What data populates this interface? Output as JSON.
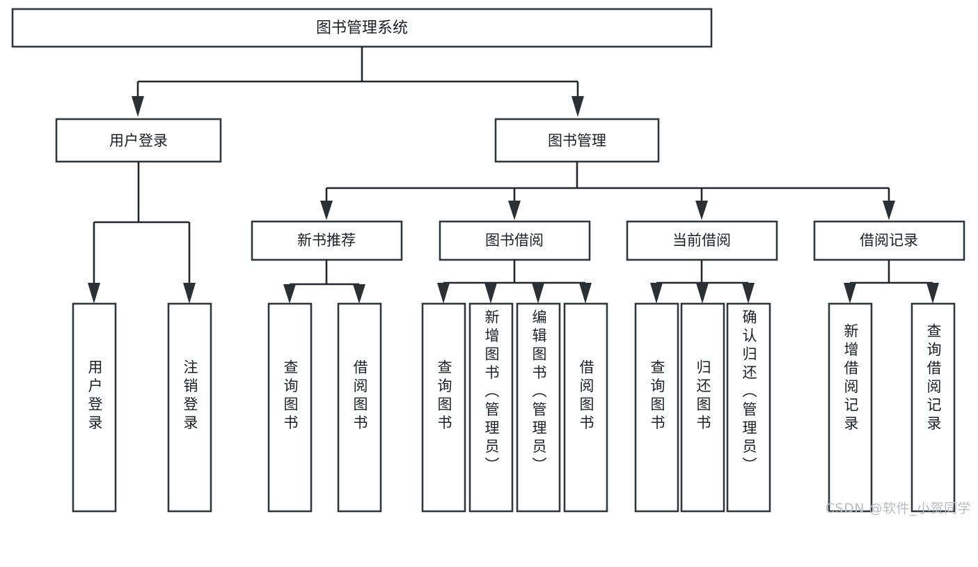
{
  "diagram": {
    "title": "图书管理系统",
    "type": "tree-hierarchy-diagram",
    "colors": {
      "box_border": "#32373b",
      "box_fill": "#ffffff",
      "connector": "#22262a",
      "text": "#1c2023",
      "watermark": "#b9bcc0",
      "background": "#ffffff"
    },
    "root": {
      "label": "图书管理系统"
    },
    "level2": [
      {
        "label": "用户登录"
      },
      {
        "label": "图书管理"
      }
    ],
    "level3": [
      {
        "label": "新书推荐"
      },
      {
        "label": "图书借阅"
      },
      {
        "label": "当前借阅"
      },
      {
        "label": "借阅记录"
      }
    ],
    "leaves": {
      "user_login": [
        {
          "label": "用户登录"
        },
        {
          "label": "注销登录"
        }
      ],
      "new_book_recommend": [
        {
          "label": "查询图书"
        },
        {
          "label": "借阅图书"
        }
      ],
      "book_borrow": [
        {
          "label": "查询图书"
        },
        {
          "label": "新增图书（管理员）"
        },
        {
          "label": "编辑图书（管理员）"
        },
        {
          "label": "借阅图书"
        }
      ],
      "current_borrow": [
        {
          "label": "查询图书"
        },
        {
          "label": "归还图书"
        },
        {
          "label": "确认归还（管理员）"
        }
      ],
      "borrow_record": [
        {
          "label": "新增借阅记录"
        },
        {
          "label": "查询借阅记录"
        }
      ]
    }
  },
  "watermark": {
    "text": "CSDN @软件_小贺同学"
  }
}
